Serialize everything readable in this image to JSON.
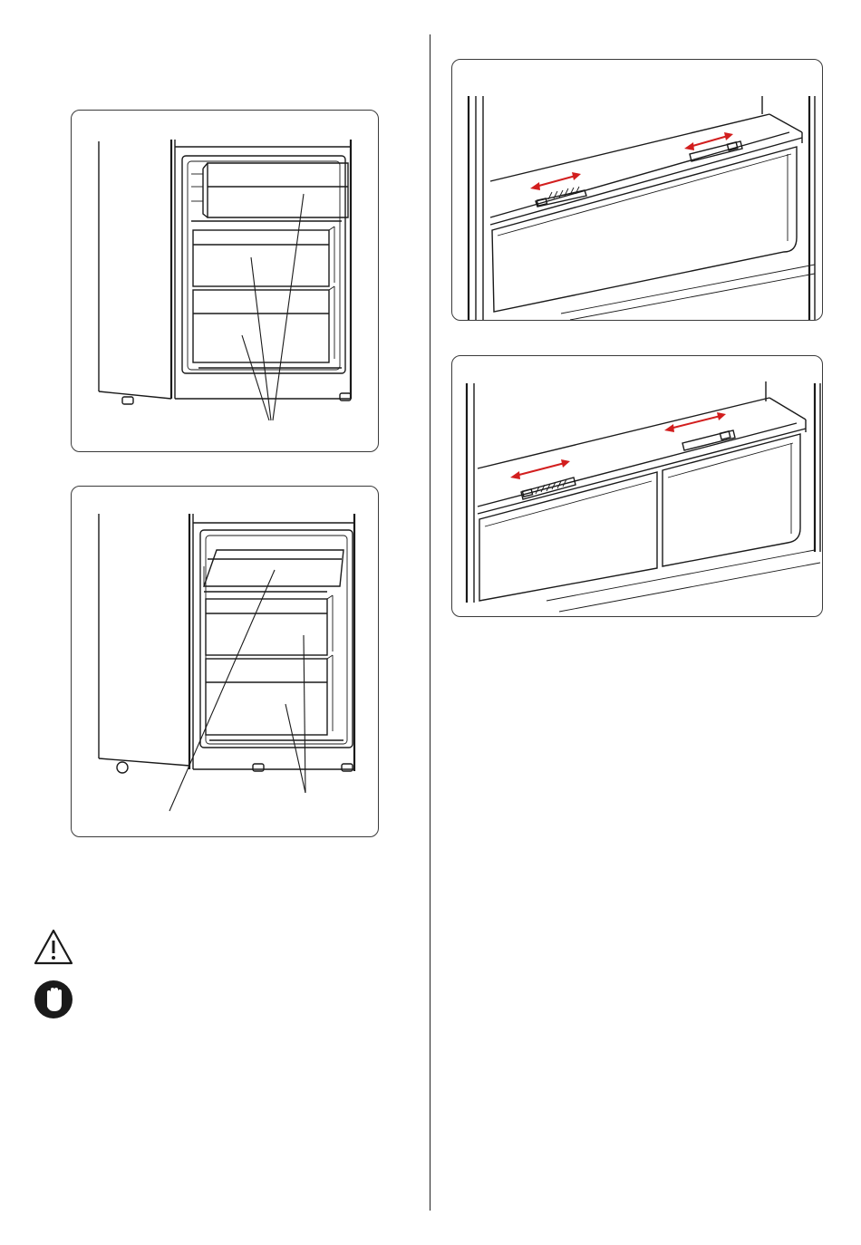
{
  "figures": [
    {
      "id": "freezer-drawers-removed-view"
    },
    {
      "id": "freezer-drawers-installed-view"
    },
    {
      "id": "fridge-drawer-slider-single"
    },
    {
      "id": "fridge-drawer-slider-double"
    }
  ],
  "icons": {
    "warning": "warning-triangle-icon",
    "stop": "stop-hand-icon"
  },
  "colors": {
    "arrow": "#d21e1e",
    "line": "#1a1a1a"
  }
}
